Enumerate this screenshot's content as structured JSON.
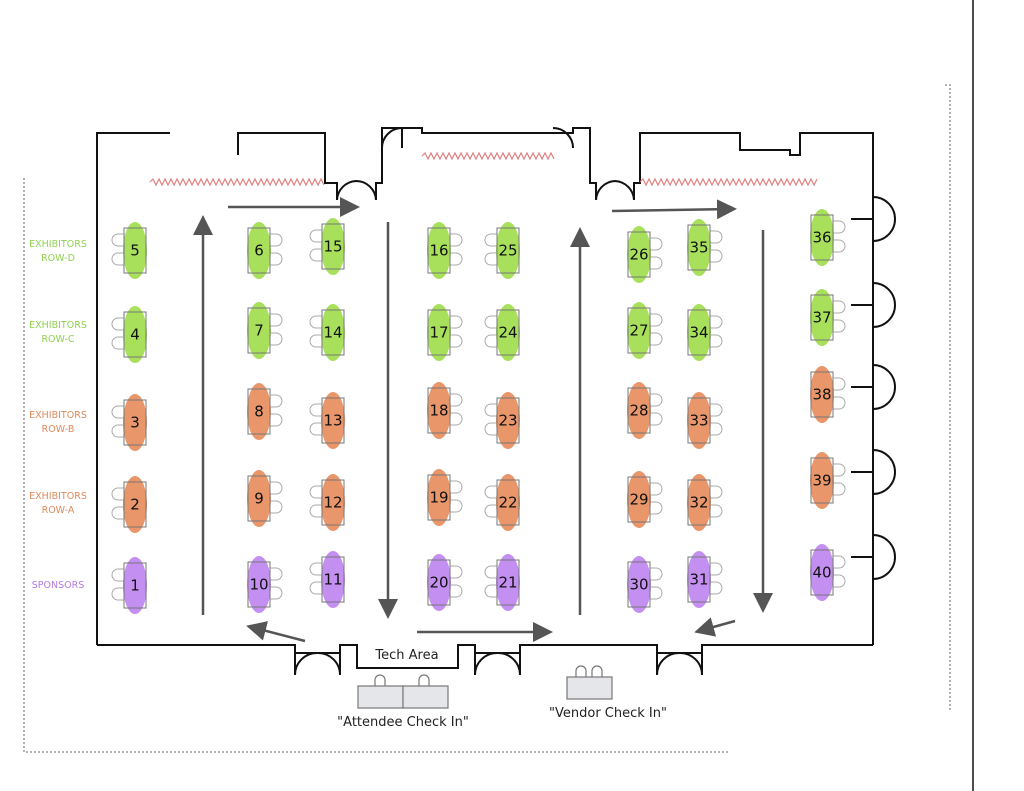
{
  "colors": {
    "green": "#a8e05c",
    "orange": "#e8966a",
    "purple": "#c38ff0",
    "green_label": "#8fd14f",
    "orange_label": "#e08a5c",
    "purple_label": "#b57ae8",
    "wall": "#111111",
    "arrow": "#555555",
    "curtain": "#e08080"
  },
  "row_labels": [
    {
      "line1": "EXHIBITORS",
      "line2": "ROW-D",
      "color": "green"
    },
    {
      "line1": "EXHIBITORS",
      "line2": "ROW-C",
      "color": "green"
    },
    {
      "line1": "EXHIBITORS",
      "line2": "ROW-B",
      "color": "orange"
    },
    {
      "line1": "EXHIBITORS",
      "line2": "ROW-A",
      "color": "orange"
    },
    {
      "line1": "SPONSORS",
      "line2": "",
      "color": "purple"
    }
  ],
  "booths": [
    {
      "number": "1",
      "category": "purple"
    },
    {
      "number": "2",
      "category": "orange"
    },
    {
      "number": "3",
      "category": "orange"
    },
    {
      "number": "4",
      "category": "green"
    },
    {
      "number": "5",
      "category": "green"
    },
    {
      "number": "6",
      "category": "green"
    },
    {
      "number": "7",
      "category": "green"
    },
    {
      "number": "8",
      "category": "orange"
    },
    {
      "number": "9",
      "category": "orange"
    },
    {
      "number": "10",
      "category": "purple"
    },
    {
      "number": "11",
      "category": "purple"
    },
    {
      "number": "12",
      "category": "orange"
    },
    {
      "number": "13",
      "category": "orange"
    },
    {
      "number": "14",
      "category": "green"
    },
    {
      "number": "15",
      "category": "green"
    },
    {
      "number": "16",
      "category": "green"
    },
    {
      "number": "17",
      "category": "green"
    },
    {
      "number": "18",
      "category": "orange"
    },
    {
      "number": "19",
      "category": "orange"
    },
    {
      "number": "20",
      "category": "purple"
    },
    {
      "number": "21",
      "category": "purple"
    },
    {
      "number": "22",
      "category": "orange"
    },
    {
      "number": "23",
      "category": "orange"
    },
    {
      "number": "24",
      "category": "green"
    },
    {
      "number": "25",
      "category": "green"
    },
    {
      "number": "26",
      "category": "green"
    },
    {
      "number": "27",
      "category": "green"
    },
    {
      "number": "28",
      "category": "orange"
    },
    {
      "number": "29",
      "category": "orange"
    },
    {
      "number": "30",
      "category": "purple"
    },
    {
      "number": "31",
      "category": "purple"
    },
    {
      "number": "32",
      "category": "orange"
    },
    {
      "number": "33",
      "category": "orange"
    },
    {
      "number": "34",
      "category": "green"
    },
    {
      "number": "35",
      "category": "green"
    },
    {
      "number": "36",
      "category": "green"
    },
    {
      "number": "37",
      "category": "green"
    },
    {
      "number": "38",
      "category": "orange"
    },
    {
      "number": "39",
      "category": "orange"
    },
    {
      "number": "40",
      "category": "purple"
    }
  ],
  "areas": {
    "tech_area": "Tech Area",
    "attendee_check_in": "\"Attendee Check In\"",
    "vendor_check_in": "\"Vendor Check In\""
  }
}
